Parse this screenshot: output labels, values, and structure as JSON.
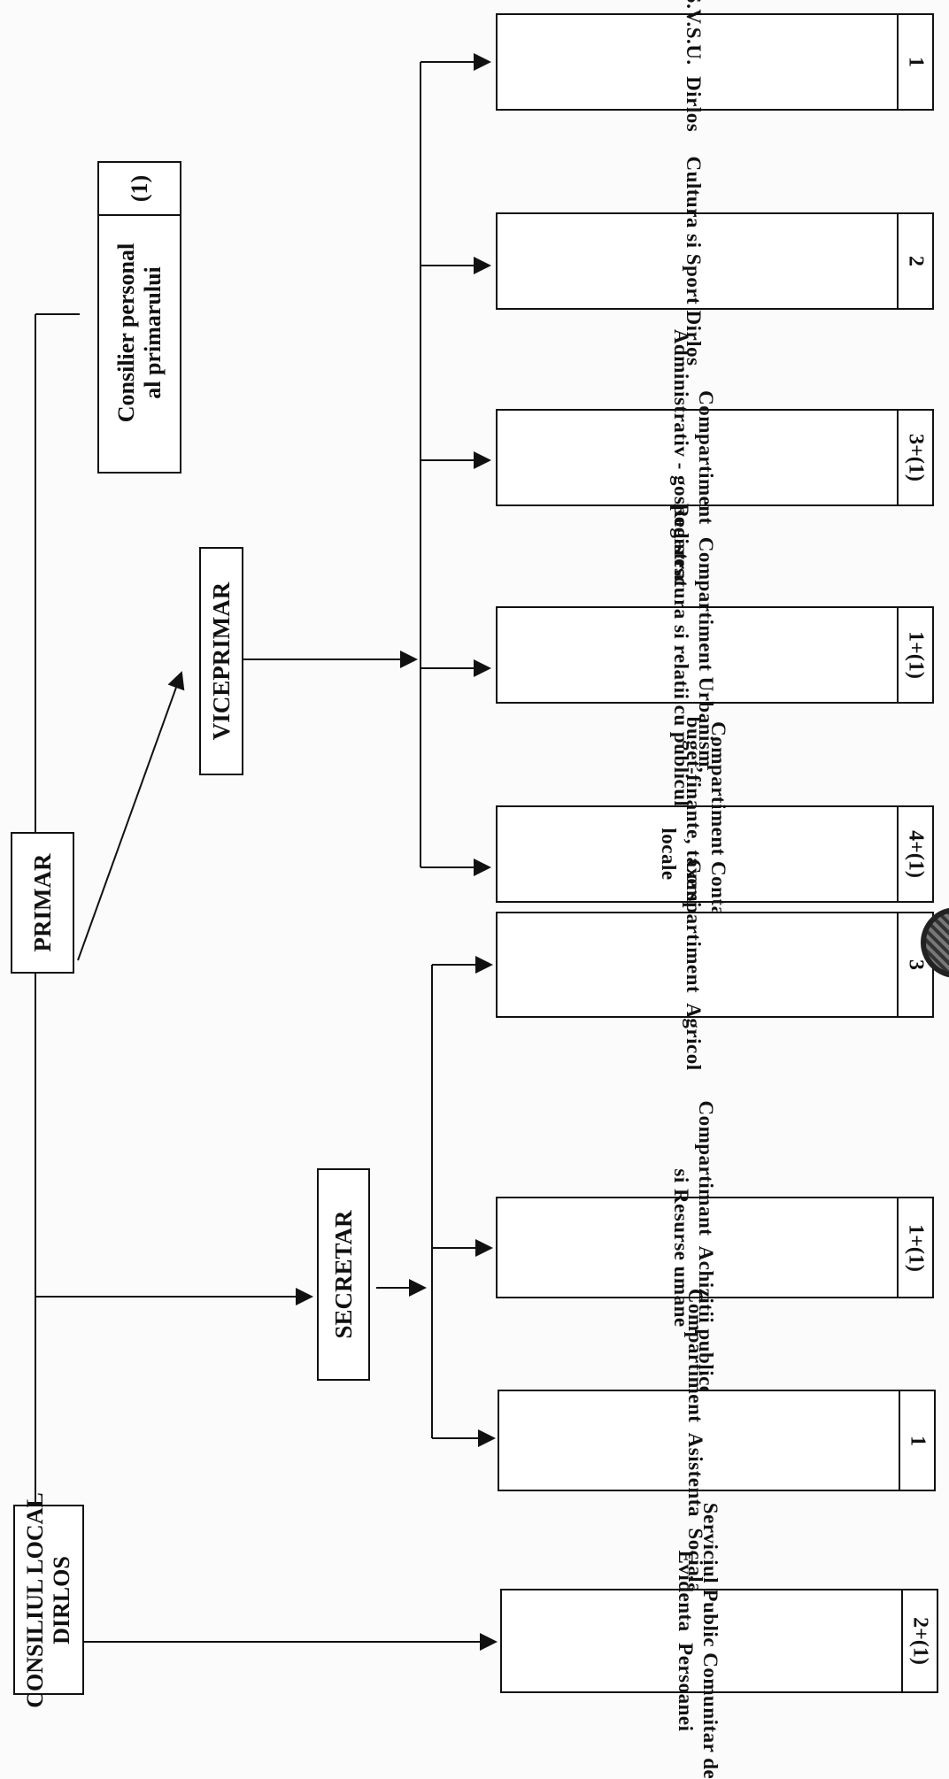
{
  "nodes": {
    "council": "CONSILIUL LOCAL\nDIRLOS",
    "mayor": "PRIMAR",
    "deputy_mayor": "VICEPRIMAR",
    "secretary": "SECRETAR",
    "advisor": {
      "name": "Consilier personal\nal primarului",
      "count": "(1)"
    }
  },
  "departments": [
    {
      "name": "S.V.S.U.  Dirlos",
      "count": "1"
    },
    {
      "name": "Cultura si Sport Dirlos",
      "count": "2"
    },
    {
      "name": "Compartiment\nAdministrativ - gospodaresc",
      "count": "3+(1)"
    },
    {
      "name": "Compartiment Urbanism,\nRegistratura si relatii cu publicul",
      "count": "1+(1)"
    },
    {
      "name": "Compartiment Contabilitate,\nbuget-finante, taxe si impozite\nlocale",
      "count": "4+(1)"
    },
    {
      "name": "Compartiment  Agricol",
      "count": "3"
    },
    {
      "name": "Compartimant  Achizitii publice\nsi Resurse umane",
      "count": "1+(1)"
    },
    {
      "name": "Compartiment  Asistenta  Sociala",
      "count": "1"
    },
    {
      "name": "Serviciul Public Comunitar de\nEvidenta  Persoanei",
      "count": "2+(1)"
    }
  ]
}
